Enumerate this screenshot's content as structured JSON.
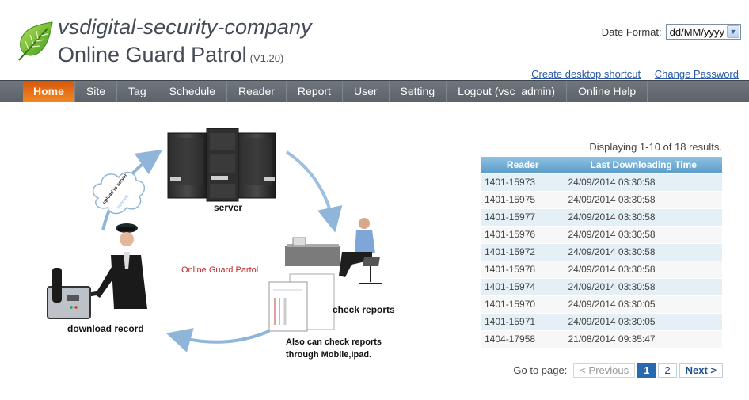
{
  "header": {
    "company": "vsdigital-security-company",
    "product": "Online Guard Patrol",
    "version": "(V1.20)",
    "logo_icon": "leaf-icon",
    "brand_color": "#5aa821"
  },
  "date_format": {
    "label": "Date Format:",
    "selected": "dd/MM/yyyy"
  },
  "links": {
    "desktop_shortcut": "Create desktop shortcut",
    "change_password": "Change Password"
  },
  "nav": {
    "active_color": "#e86f1a",
    "items": [
      {
        "label": "Home",
        "active": true
      },
      {
        "label": "Site"
      },
      {
        "label": "Tag"
      },
      {
        "label": "Schedule"
      },
      {
        "label": "Reader"
      },
      {
        "label": "Report"
      },
      {
        "label": "User"
      },
      {
        "label": "Setting"
      },
      {
        "label": "Logout (vsc_admin)"
      },
      {
        "label": "Online Help"
      }
    ]
  },
  "illustration": {
    "server_label": "server",
    "download_label": "download record",
    "check_reports_label": "check reports",
    "mobile_line1": "Also can check reports",
    "mobile_line2": "through Mobile,Ipad.",
    "center_label": "Online Guard Partol",
    "cloud_upload": "upload to server",
    "cloud_internet": "internet"
  },
  "table": {
    "summary": "Displaying 1-10 of 18 results.",
    "columns": [
      "Reader",
      "Last Downloading Time"
    ],
    "rows": [
      [
        "1401-15973",
        "24/09/2014 03:30:58"
      ],
      [
        "1401-15975",
        "24/09/2014 03:30:58"
      ],
      [
        "1401-15977",
        "24/09/2014 03:30:58"
      ],
      [
        "1401-15976",
        "24/09/2014 03:30:58"
      ],
      [
        "1401-15972",
        "24/09/2014 03:30:58"
      ],
      [
        "1401-15978",
        "24/09/2014 03:30:58"
      ],
      [
        "1401-15974",
        "24/09/2014 03:30:58"
      ],
      [
        "1401-15970",
        "24/09/2014 03:30:05"
      ],
      [
        "1401-15971",
        "24/09/2014 03:30:05"
      ],
      [
        "1404-17958",
        "21/08/2014 09:35:47"
      ]
    ]
  },
  "pager": {
    "label": "Go to page:",
    "previous": "< Previous",
    "pages": [
      "1",
      "2"
    ],
    "current": "1",
    "next": "Next >"
  }
}
